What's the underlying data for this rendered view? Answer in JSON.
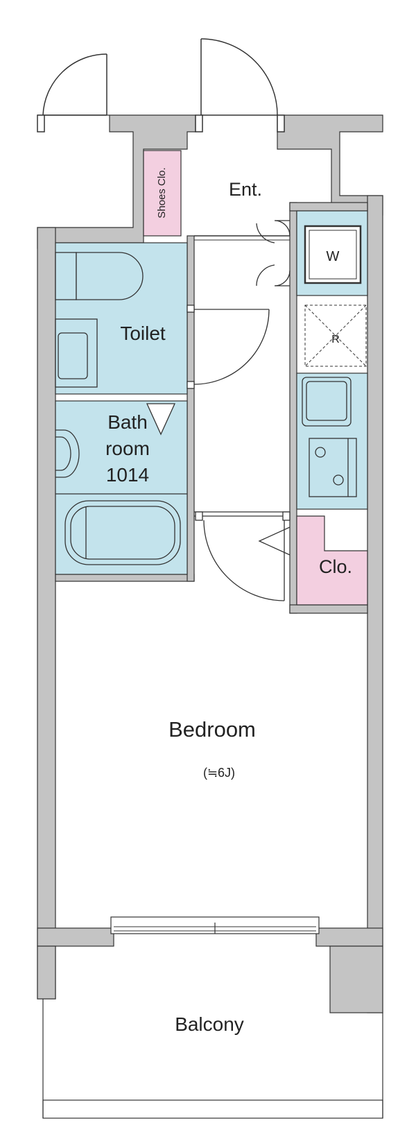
{
  "colors": {
    "wall": "#c4c4c4",
    "wet_area": "#c3e3ec",
    "closet": "#f3cfe0",
    "line": "#333333",
    "background": "#ffffff"
  },
  "labels": {
    "shoes_closet": "Shoes Clo.",
    "entrance": "Ent.",
    "washer": "W",
    "toilet": "Toilet",
    "bathroom_line1": "Bath",
    "bathroom_line2": "room",
    "bathroom_line3": "1014",
    "refrigerator": "R",
    "closet": "Clo.",
    "bedroom": "Bedroom",
    "bedroom_size": "(≒6J)",
    "balcony": "Balcony"
  }
}
